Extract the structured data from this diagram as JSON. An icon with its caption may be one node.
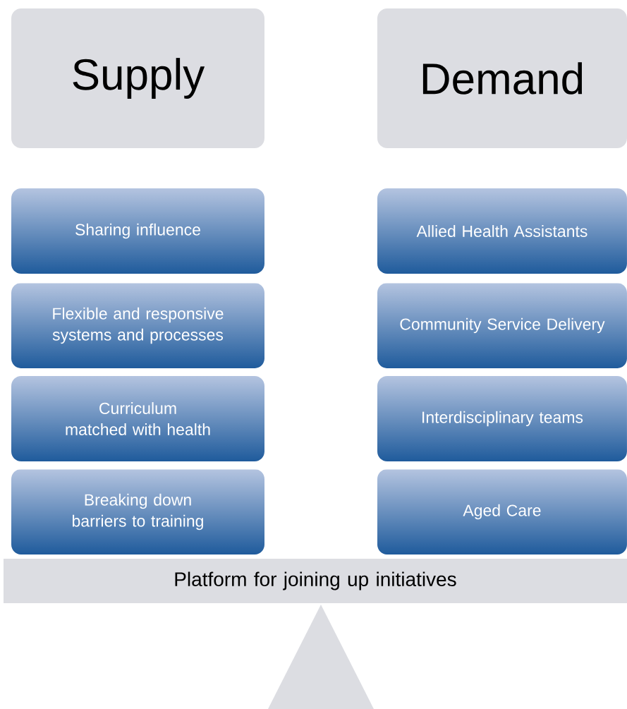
{
  "diagram": {
    "nodes": [
      {
        "text": [
          "Supply"
        ]
      },
      {
        "text": [
          "Demand"
        ]
      },
      {
        "text": [
          "Sharing influence"
        ]
      },
      {
        "text": [
          "Allied Health Assistants"
        ]
      },
      {
        "text": [
          "Flexible and responsive systems and processes"
        ]
      },
      {
        "text": [
          "Community Service Delivery"
        ]
      },
      {
        "text": [
          "Curriculum matched with health"
        ]
      },
      {
        "text": [
          "Interdisciplinary teams"
        ]
      },
      {
        "text": [
          "Breaking down barriers to training"
        ]
      },
      {
        "text": [
          "Aged Care"
        ]
      },
      {
        "text": [
          "Platform for joining up initiatives"
        ]
      },
      {
        "text": [],
        "shape": "triangle"
      }
    ]
  }
}
